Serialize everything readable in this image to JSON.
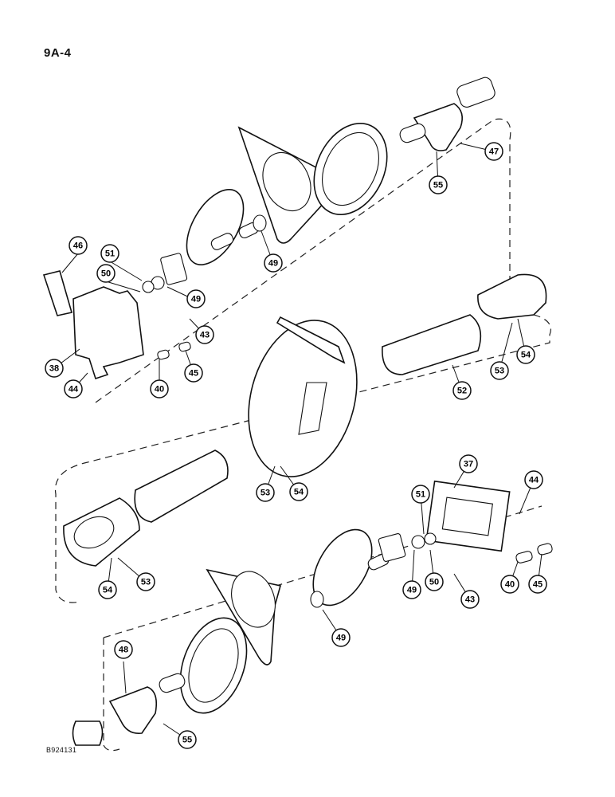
{
  "page_number": "9A-4",
  "figure_code": "B924131",
  "callouts": [
    {
      "id": "c46a",
      "label": "46"
    },
    {
      "id": "c51a",
      "label": "51"
    },
    {
      "id": "c50a",
      "label": "50"
    },
    {
      "id": "c49a",
      "label": "49"
    },
    {
      "id": "c49b",
      "label": "49"
    },
    {
      "id": "c43a",
      "label": "43"
    },
    {
      "id": "c38",
      "label": "38"
    },
    {
      "id": "c44a",
      "label": "44"
    },
    {
      "id": "c40a",
      "label": "40"
    },
    {
      "id": "c45a",
      "label": "45"
    },
    {
      "id": "c47",
      "label": "47"
    },
    {
      "id": "c55a",
      "label": "55"
    },
    {
      "id": "c52",
      "label": "52"
    },
    {
      "id": "c53a",
      "label": "53"
    },
    {
      "id": "c54a",
      "label": "54"
    },
    {
      "id": "c53b",
      "label": "53"
    },
    {
      "id": "c54b",
      "label": "54"
    },
    {
      "id": "c37",
      "label": "37"
    },
    {
      "id": "c44b",
      "label": "44"
    },
    {
      "id": "c51b",
      "label": "51"
    },
    {
      "id": "c49c",
      "label": "49"
    },
    {
      "id": "c50b",
      "label": "50"
    },
    {
      "id": "c43b",
      "label": "43"
    },
    {
      "id": "c40b",
      "label": "40"
    },
    {
      "id": "c45b",
      "label": "45"
    },
    {
      "id": "c54c",
      "label": "54"
    },
    {
      "id": "c53c",
      "label": "53"
    },
    {
      "id": "c49d",
      "label": "49"
    },
    {
      "id": "c48",
      "label": "48"
    },
    {
      "id": "c55b",
      "label": "55"
    }
  ]
}
